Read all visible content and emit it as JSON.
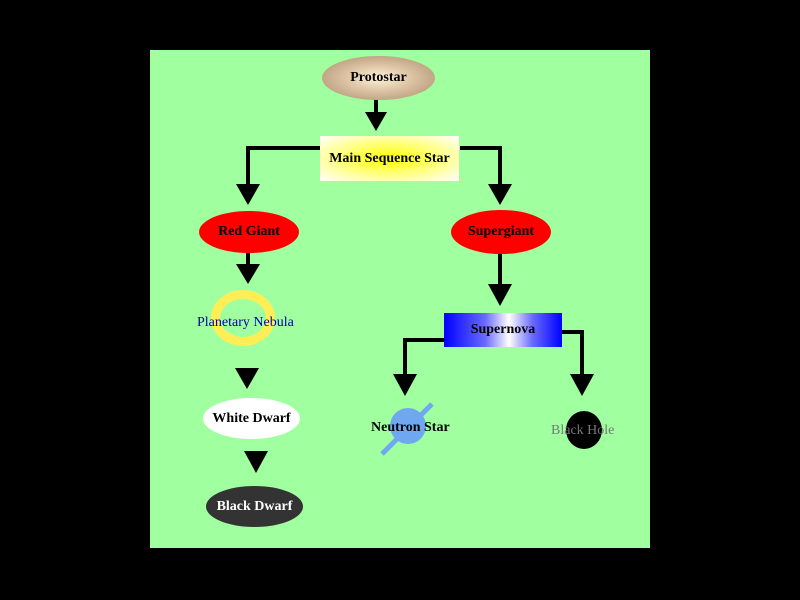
{
  "nodes": {
    "protostar": "Protostar",
    "main_sequence": "Main Sequence Star",
    "red_giant": "Red Giant",
    "supergiant": "Supergiant",
    "planetary_nebula": "Planetary Nebula",
    "supernova": "Supernova",
    "white_dwarf": "White Dwarf",
    "neutron_star": "Neutron Star",
    "black_hole": "Black Hole",
    "black_dwarf": "Black Dwarf"
  },
  "colors": {
    "background": "#000000",
    "panel": "#a0ff9f",
    "arrow": "#000000",
    "red": "#ff0000",
    "ring": "#ffee55",
    "neutron": "#6fa8f0"
  }
}
